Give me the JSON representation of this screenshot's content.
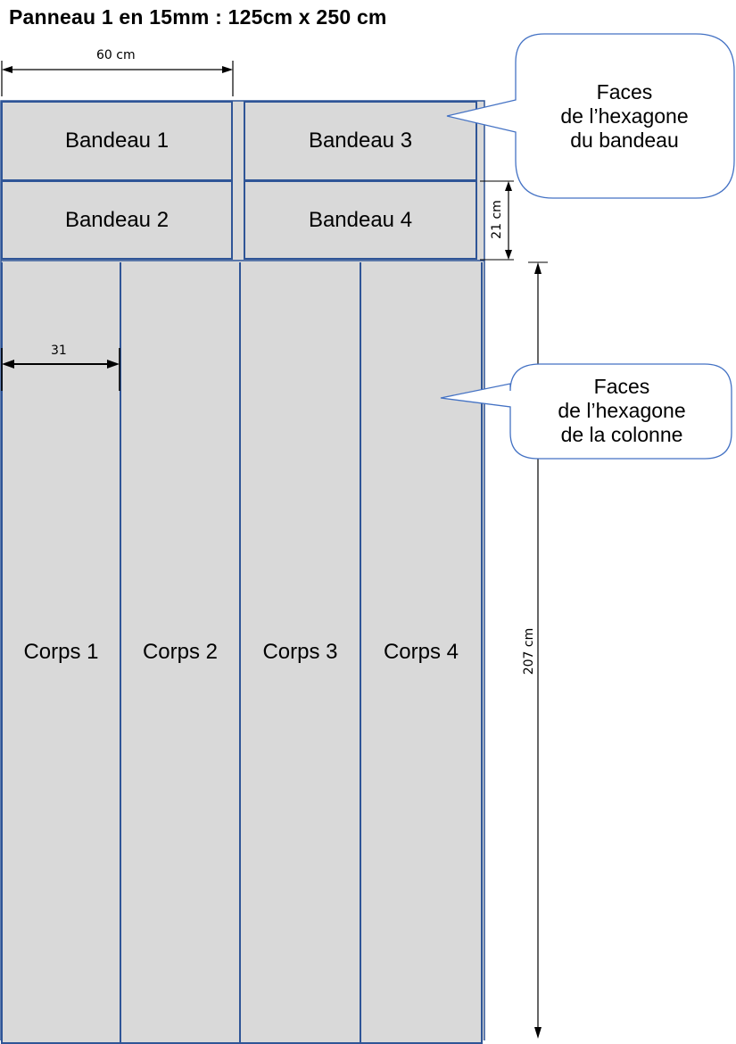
{
  "title": "Panneau 1 en 15mm : 125cm x 250 cm",
  "panels": {
    "bandeau1": "Bandeau 1",
    "bandeau2": "Bandeau 2",
    "bandeau3": "Bandeau 3",
    "bandeau4": "Bandeau 4",
    "corps1": "Corps 1",
    "corps2": "Corps 2",
    "corps3": "Corps 3",
    "corps4": "Corps 4"
  },
  "dimensions": {
    "bandeau_width": "60 cm",
    "corps_width": "31",
    "bandeau_height": "21 cm",
    "corps_height": "207 cm"
  },
  "callouts": {
    "bandeau": [
      "Faces",
      "de l’hexagone",
      "du bandeau"
    ],
    "colonne": [
      "Faces",
      "de l’hexagone",
      "de la colonne"
    ]
  },
  "colors": {
    "panel_fill": "#d9d9d9",
    "panel_border": "#2f5597",
    "callout_border": "#4472c4"
  }
}
